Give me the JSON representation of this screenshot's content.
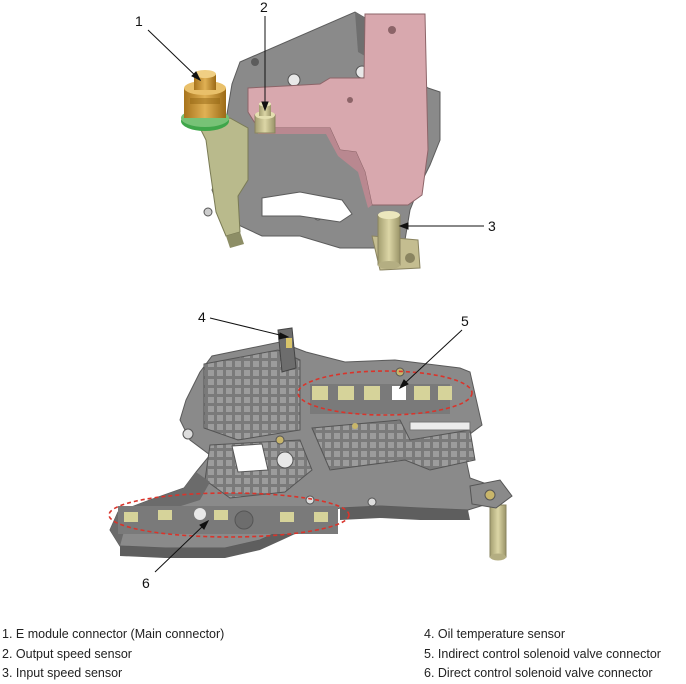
{
  "diagram": {
    "callouts": [
      "1",
      "2",
      "3",
      "4",
      "5",
      "6"
    ]
  },
  "legend": {
    "left": [
      "1. E module connector (Main connector)",
      "2. Output speed sensor",
      "3. Input speed sensor"
    ],
    "right": [
      "4. Oil temperature sensor",
      "5. Indirect control solenoid valve connector",
      "6. Direct control solenoid valve connector"
    ]
  },
  "colors": {
    "frame_gray": "#8a8a8a",
    "frame_dark": "#5c5c5c",
    "pink_plate": "#d8a8ae",
    "green_plate": "#b9ba8c",
    "connector_gold": "#c99a3a",
    "seal_green": "#3fa64a",
    "highlight_red": "#d9342b"
  }
}
